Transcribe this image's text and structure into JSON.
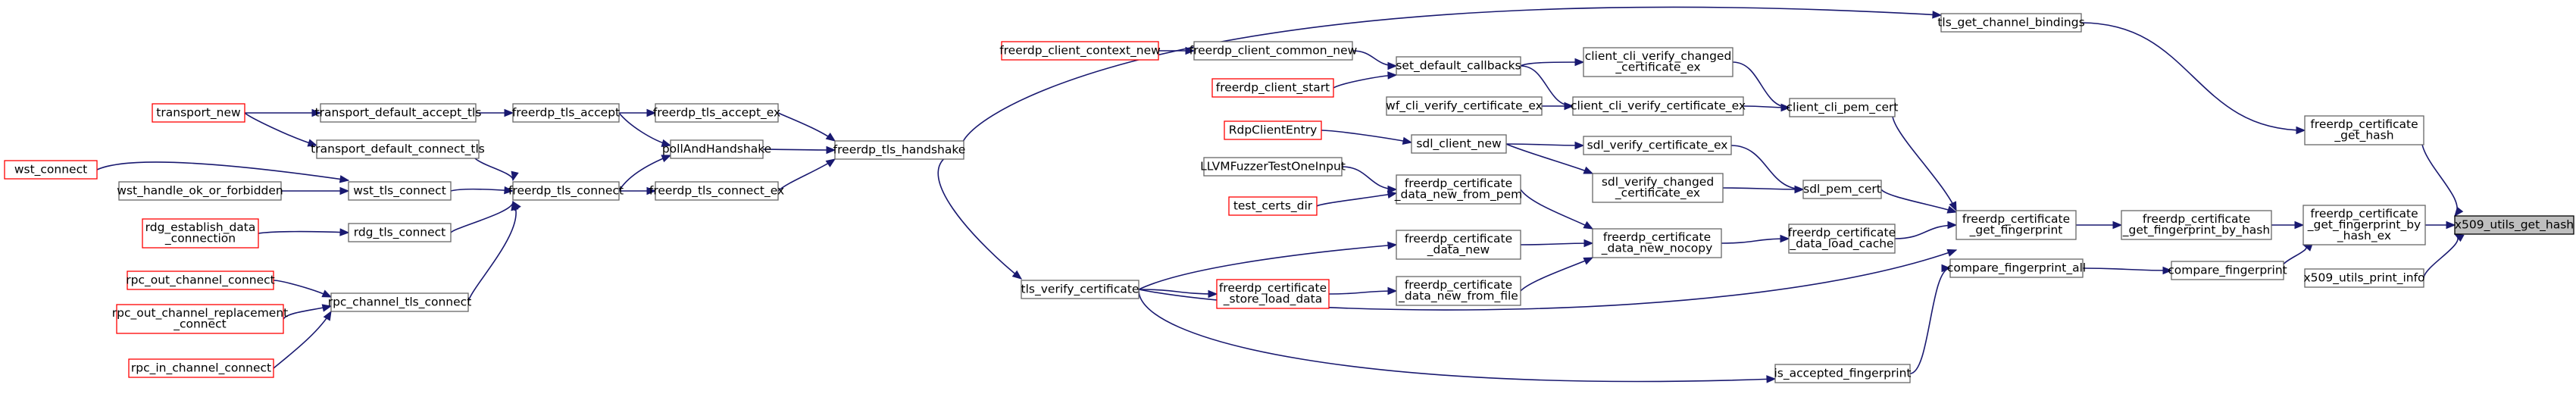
{
  "nodes": {
    "x509_utils_get_hash": {
      "lines": [
        "x509_utils_get_hash"
      ],
      "style": "focus"
    },
    "x509_utils_print_info": {
      "lines": [
        "x509_utils_print_info"
      ],
      "style": "normal"
    },
    "fcert_get_fp_by_hash_ex": {
      "lines": [
        "freerdp_certificate",
        "_get_fingerprint_by",
        "_hash_ex"
      ],
      "style": "normal"
    },
    "fcert_get_hash": {
      "lines": [
        "freerdp_certificate",
        "_get_hash"
      ],
      "style": "normal"
    },
    "tls_get_channel_bindings": {
      "lines": [
        "tls_get_channel_bindings"
      ],
      "style": "normal"
    },
    "fcert_get_fp_by_hash": {
      "lines": [
        "freerdp_certificate",
        "_get_fingerprint_by_hash"
      ],
      "style": "normal"
    },
    "compare_fingerprint": {
      "lines": [
        "compare_fingerprint"
      ],
      "style": "normal"
    },
    "fcert_get_fingerprint": {
      "lines": [
        "freerdp_certificate",
        "_get_fingerprint"
      ],
      "style": "normal"
    },
    "compare_fingerprint_all": {
      "lines": [
        "compare_fingerprint_all"
      ],
      "style": "normal"
    },
    "is_accepted_fingerprint": {
      "lines": [
        "is_accepted_fingerprint"
      ],
      "style": "normal"
    },
    "client_cli_pem_cert": {
      "lines": [
        "client_cli_pem_cert"
      ],
      "style": "normal"
    },
    "sdl_pem_cert": {
      "lines": [
        "sdl_pem_cert"
      ],
      "style": "normal"
    },
    "fcert_data_load_cache": {
      "lines": [
        "freerdp_certificate",
        "_data_load_cache"
      ],
      "style": "normal"
    },
    "client_cli_verify_changed_certificate_ex": {
      "lines": [
        "client_cli_verify_changed",
        "_certificate_ex"
      ],
      "style": "normal"
    },
    "client_cli_verify_certificate_ex": {
      "lines": [
        "client_cli_verify_certificate_ex"
      ],
      "style": "normal"
    },
    "sdl_verify_certificate_ex": {
      "lines": [
        "sdl_verify_certificate_ex"
      ],
      "style": "normal"
    },
    "sdl_verify_changed_certificate_ex": {
      "lines": [
        "sdl_verify_changed",
        "_certificate_ex"
      ],
      "style": "normal"
    },
    "fcert_data_new_nocopy": {
      "lines": [
        "freerdp_certificate",
        "_data_new_nocopy"
      ],
      "style": "normal"
    },
    "set_default_callbacks": {
      "lines": [
        "set_default_callbacks"
      ],
      "style": "normal"
    },
    "wf_cli_verify_certificate_ex": {
      "lines": [
        "wf_cli_verify_certificate_ex"
      ],
      "style": "normal"
    },
    "sdl_client_new": {
      "lines": [
        "sdl_client_new"
      ],
      "style": "normal"
    },
    "fcert_data_new_from_pem": {
      "lines": [
        "freerdp_certificate",
        "_data_new_from_pem"
      ],
      "style": "normal"
    },
    "fcert_data_new": {
      "lines": [
        "freerdp_certificate",
        "_data_new"
      ],
      "style": "normal"
    },
    "fcert_data_new_from_file": {
      "lines": [
        "freerdp_certificate",
        "_data_new_from_file"
      ],
      "style": "normal"
    },
    "freerdp_client_common_new": {
      "lines": [
        "freerdp_client_common_new"
      ],
      "style": "normal"
    },
    "freerdp_client_start": {
      "lines": [
        "freerdp_client_start"
      ],
      "style": "red"
    },
    "RdpClientEntry": {
      "lines": [
        "RdpClientEntry"
      ],
      "style": "red"
    },
    "LLVMFuzzerTestOneInput": {
      "lines": [
        "LLVMFuzzerTestOneInput"
      ],
      "style": "normal"
    },
    "test_certs_dir": {
      "lines": [
        "test_certs_dir"
      ],
      "style": "red"
    },
    "fcert_store_load_data": {
      "lines": [
        "freerdp_certificate",
        "_store_load_data"
      ],
      "style": "red"
    },
    "freerdp_client_context_new": {
      "lines": [
        "freerdp_client_context_new"
      ],
      "style": "red"
    },
    "tls_verify_certificate": {
      "lines": [
        "tls_verify_certificate"
      ],
      "style": "normal"
    },
    "freerdp_tls_handshake": {
      "lines": [
        "freerdp_tls_handshake"
      ],
      "style": "normal"
    },
    "freerdp_tls_accept_ex": {
      "lines": [
        "freerdp_tls_accept_ex"
      ],
      "style": "normal"
    },
    "pollAndHandshake": {
      "lines": [
        "pollAndHandshake"
      ],
      "style": "normal"
    },
    "freerdp_tls_connect_ex": {
      "lines": [
        "freerdp_tls_connect_ex"
      ],
      "style": "normal"
    },
    "freerdp_tls_accept": {
      "lines": [
        "freerdp_tls_accept"
      ],
      "style": "normal"
    },
    "freerdp_tls_connect": {
      "lines": [
        "freerdp_tls_connect"
      ],
      "style": "normal"
    },
    "transport_default_accept_tls": {
      "lines": [
        "transport_default_accept_tls"
      ],
      "style": "normal"
    },
    "transport_default_connect_tls": {
      "lines": [
        "transport_default_connect_tls"
      ],
      "style": "normal"
    },
    "wst_tls_connect": {
      "lines": [
        "wst_tls_connect"
      ],
      "style": "normal"
    },
    "rdg_tls_connect": {
      "lines": [
        "rdg_tls_connect"
      ],
      "style": "normal"
    },
    "rpc_channel_tls_connect": {
      "lines": [
        "rpc_channel_tls_connect"
      ],
      "style": "normal"
    },
    "transport_new": {
      "lines": [
        "transport_new"
      ],
      "style": "red"
    },
    "wst_connect": {
      "lines": [
        "wst_connect"
      ],
      "style": "red"
    },
    "wst_handle_ok_or_forbidden": {
      "lines": [
        "wst_handle_ok_or_forbidden"
      ],
      "style": "normal"
    },
    "rdg_establish_data_connection": {
      "lines": [
        "rdg_establish_data",
        "_connection"
      ],
      "style": "red"
    },
    "rpc_out_channel_connect": {
      "lines": [
        "rpc_out_channel_connect"
      ],
      "style": "red"
    },
    "rpc_out_channel_replacement_connect": {
      "lines": [
        "rpc_out_channel_replacement",
        "_connect"
      ],
      "style": "red"
    },
    "rpc_in_channel_connect": {
      "lines": [
        "rpc_in_channel_connect"
      ],
      "style": "red"
    }
  },
  "edges": [
    [
      "x509_utils_print_info",
      "x509_utils_get_hash"
    ],
    [
      "fcert_get_fp_by_hash_ex",
      "x509_utils_get_hash"
    ],
    [
      "fcert_get_hash",
      "x509_utils_get_hash"
    ],
    [
      "tls_get_channel_bindings",
      "fcert_get_hash"
    ],
    [
      "fcert_get_fp_by_hash",
      "fcert_get_fp_by_hash_ex"
    ],
    [
      "compare_fingerprint",
      "fcert_get_fp_by_hash_ex"
    ],
    [
      "compare_fingerprint_all",
      "compare_fingerprint"
    ],
    [
      "is_accepted_fingerprint",
      "compare_fingerprint_all"
    ],
    [
      "tls_verify_certificate",
      "is_accepted_fingerprint"
    ],
    [
      "fcert_get_fingerprint",
      "fcert_get_fp_by_hash"
    ],
    [
      "client_cli_pem_cert",
      "fcert_get_fingerprint"
    ],
    [
      "sdl_pem_cert",
      "fcert_get_fingerprint"
    ],
    [
      "fcert_data_load_cache",
      "fcert_get_fingerprint"
    ],
    [
      "tls_verify_certificate",
      "fcert_get_fingerprint"
    ],
    [
      "client_cli_verify_changed_certificate_ex",
      "client_cli_pem_cert"
    ],
    [
      "client_cli_verify_certificate_ex",
      "client_cli_pem_cert"
    ],
    [
      "sdl_verify_certificate_ex",
      "sdl_pem_cert"
    ],
    [
      "sdl_verify_changed_certificate_ex",
      "sdl_pem_cert"
    ],
    [
      "fcert_data_new_nocopy",
      "fcert_data_load_cache"
    ],
    [
      "set_default_callbacks",
      "client_cli_verify_changed_certificate_ex"
    ],
    [
      "set_default_callbacks",
      "client_cli_verify_certificate_ex"
    ],
    [
      "wf_cli_verify_certificate_ex",
      "client_cli_verify_certificate_ex"
    ],
    [
      "sdl_client_new",
      "sdl_verify_certificate_ex"
    ],
    [
      "sdl_client_new",
      "sdl_verify_changed_certificate_ex"
    ],
    [
      "fcert_data_new_from_pem",
      "fcert_data_new_nocopy"
    ],
    [
      "fcert_data_new",
      "fcert_data_new_nocopy"
    ],
    [
      "fcert_data_new_from_file",
      "fcert_data_new_nocopy"
    ],
    [
      "freerdp_client_common_new",
      "set_default_callbacks"
    ],
    [
      "freerdp_client_start",
      "set_default_callbacks"
    ],
    [
      "freerdp_client_context_new",
      "freerdp_client_common_new"
    ],
    [
      "RdpClientEntry",
      "sdl_client_new"
    ],
    [
      "LLVMFuzzerTestOneInput",
      "fcert_data_new_from_pem"
    ],
    [
      "test_certs_dir",
      "fcert_data_new_from_pem"
    ],
    [
      "tls_verify_certificate",
      "fcert_data_new"
    ],
    [
      "fcert_store_load_data",
      "fcert_data_new_from_file"
    ],
    [
      "tls_verify_certificate",
      "fcert_store_load_data"
    ],
    [
      "freerdp_tls_handshake",
      "tls_get_channel_bindings"
    ],
    [
      "freerdp_tls_handshake",
      "tls_verify_certificate"
    ],
    [
      "freerdp_tls_accept_ex",
      "freerdp_tls_handshake"
    ],
    [
      "pollAndHandshake",
      "freerdp_tls_handshake"
    ],
    [
      "freerdp_tls_connect_ex",
      "freerdp_tls_handshake"
    ],
    [
      "freerdp_tls_accept",
      "freerdp_tls_accept_ex"
    ],
    [
      "freerdp_tls_accept",
      "pollAndHandshake"
    ],
    [
      "freerdp_tls_connect",
      "pollAndHandshake"
    ],
    [
      "freerdp_tls_connect",
      "freerdp_tls_connect_ex"
    ],
    [
      "transport_default_accept_tls",
      "freerdp_tls_accept"
    ],
    [
      "transport_default_connect_tls",
      "freerdp_tls_connect"
    ],
    [
      "wst_tls_connect",
      "freerdp_tls_connect"
    ],
    [
      "rdg_tls_connect",
      "freerdp_tls_connect"
    ],
    [
      "rpc_channel_tls_connect",
      "freerdp_tls_connect"
    ],
    [
      "transport_new",
      "transport_default_accept_tls"
    ],
    [
      "transport_new",
      "transport_default_connect_tls"
    ],
    [
      "wst_connect",
      "wst_tls_connect"
    ],
    [
      "wst_handle_ok_or_forbidden",
      "wst_tls_connect"
    ],
    [
      "rdg_establish_data_connection",
      "rdg_tls_connect"
    ],
    [
      "rpc_out_channel_connect",
      "rpc_channel_tls_connect"
    ],
    [
      "rpc_out_channel_replacement_connect",
      "rpc_channel_tls_connect"
    ],
    [
      "rpc_in_channel_connect",
      "rpc_channel_tls_connect"
    ]
  ],
  "colors": {
    "edge": "#191970",
    "node_border": "#666666",
    "entry_border": "#ff0000",
    "focus_fill": "#bfbfbf"
  }
}
